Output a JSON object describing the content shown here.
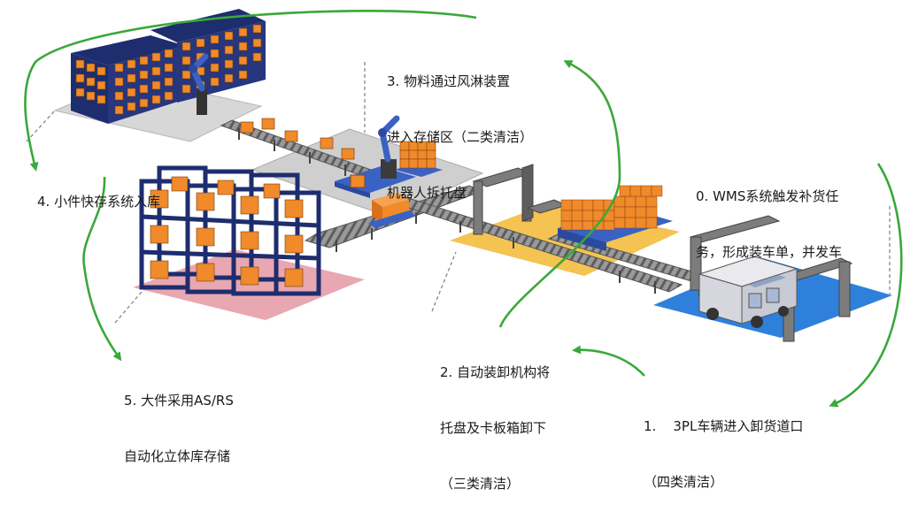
{
  "steps": [
    {
      "id": "step0",
      "lines": [
        "0. WMS系统触发补货任",
        "务，形成装车单，并发车"
      ]
    },
    {
      "id": "step1",
      "lines": [
        "1.    3PL车辆进入卸货道口",
        "（四类清洁）"
      ]
    },
    {
      "id": "step2",
      "lines": [
        "2. 自动装卸机构将",
        "托盘及卡板箱卸下",
        "（三类清洁）"
      ]
    },
    {
      "id": "step3",
      "lines": [
        "3. 物料通过风淋装置",
        "进入存储区（二类清洁）",
        "机器人拆托盘"
      ]
    },
    {
      "id": "step4",
      "lines": [
        "4. 小件快存系统入库"
      ]
    },
    {
      "id": "step5",
      "lines": [
        "5. 大件采用AS/RS",
        "自动化立体库存储"
      ]
    }
  ],
  "colors": {
    "flow_arrow": "#3aa83a",
    "dock_floor": "#2f7fd8",
    "unload_floor": "#f3c14f",
    "airshower_floor": "#bdbdbd",
    "asrs_floor": "#e7a3ad",
    "rack_frame": "#1e2d6e",
    "cargo": "#f08a2a",
    "robot_arm": "#3a62c4",
    "conveyor": "#8c8c8c"
  },
  "icons": [
    "truck-icon",
    "robot-arm-icon",
    "rack-icon",
    "pallet-icon",
    "gate-icon"
  ]
}
